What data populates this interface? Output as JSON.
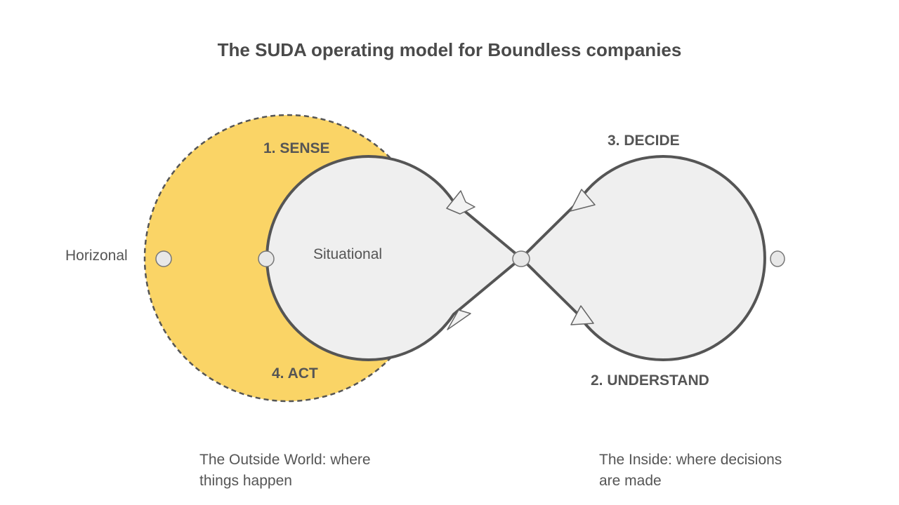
{
  "title": "The SUDA operating model for Boundless companies",
  "labels": {
    "horizonal": "Horizonal",
    "situational": "Situational",
    "sense": "1. SENSE",
    "understand": "2. UNDERSTAND",
    "decide": "3. DECIDE",
    "act": "4. ACT"
  },
  "captions": {
    "outside_line1": "The Outside World: where",
    "outside_line2": "things happen",
    "inside_line1": "The Inside: where decisions",
    "inside_line2": "are made"
  },
  "colors": {
    "outer_fill": "#fad466",
    "loop_fill": "#efefef",
    "stroke": "#555555",
    "text": "#4a4a4a"
  }
}
